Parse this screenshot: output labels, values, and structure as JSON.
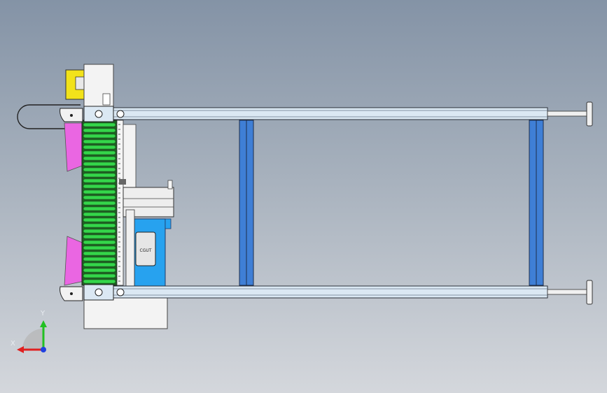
{
  "viewport": {
    "colors": {
      "bg_top": "#8493a6",
      "bg_bottom": "#d4d7dc"
    }
  },
  "model": {
    "colors": {
      "rail": "#dbe8f3",
      "rail_edge": "#2a2f38",
      "upright_blue": "#3f7fd6",
      "spring_green": "#34d64a",
      "guide_magenta": "#ea66e2",
      "motor_yellow": "#f2e21a",
      "motor_blue": "#27a2ef",
      "panel_white": "#f3f3f3"
    },
    "motor_label": "CGUT"
  },
  "triad": {
    "x_label": "X",
    "y_label": "Y",
    "colors": {
      "x": "#e02020",
      "y": "#22c022",
      "z": "#2040e0"
    }
  }
}
